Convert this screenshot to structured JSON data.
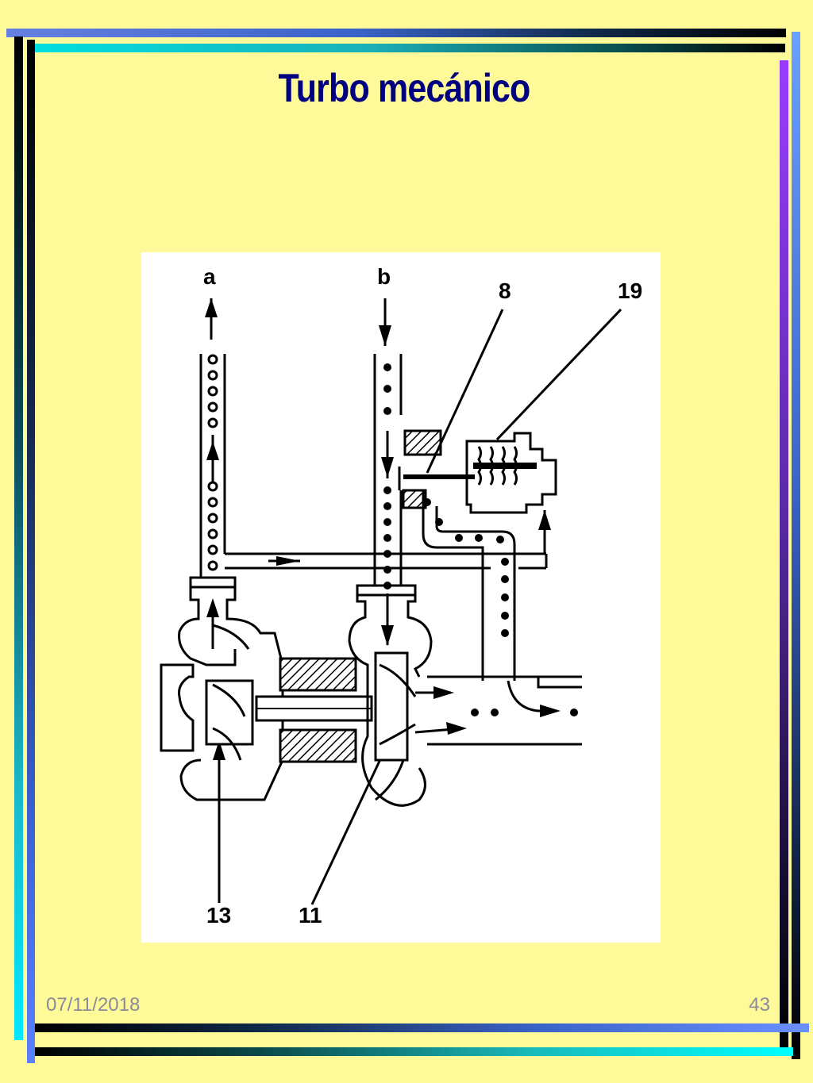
{
  "slide": {
    "title": "Turbo mecánico",
    "date": "07/11/2018",
    "page_number": "43"
  },
  "diagram": {
    "labels": {
      "a": "a",
      "b": "b",
      "p8": "8",
      "p19": "19",
      "p13": "13",
      "p11": "11"
    }
  },
  "colors": {
    "background": "#FFFA99",
    "title": "#000080",
    "footer_text": "#8a8a9a",
    "panel": "#ffffff"
  }
}
